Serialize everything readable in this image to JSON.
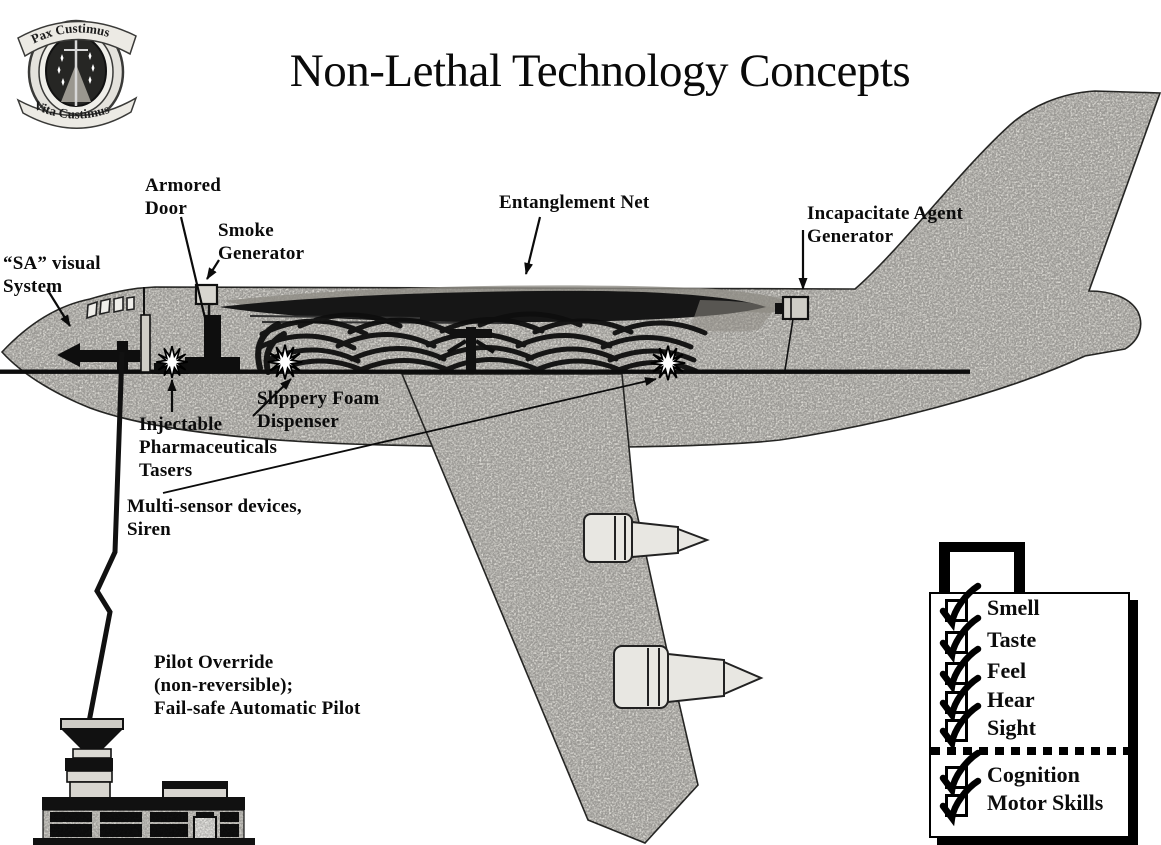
{
  "slide": {
    "title": "Non-Lethal Technology Concepts"
  },
  "logo": {
    "top_banner": "Pax Custimus",
    "bottom_banner": "Vita Custimus"
  },
  "plane_labels": {
    "armored_door": "Armored\nDoor",
    "smoke_generator": "Smoke\nGenerator",
    "entanglement_net": "Entanglement Net",
    "incapacitate_agent": "Incapacitate Agent\nGenerator",
    "sa_visual_system": "“SA” visual\nSystem",
    "slippery_foam": "Slippery Foam\nDispenser",
    "injectable": "Injectable\nPharmaceuticals\nTasers",
    "multi_sensor": "Multi-sensor devices,\nSiren",
    "pilot_override": "Pilot Override\n(non-reversible);\nFail-safe Automatic Pilot"
  },
  "checklist": {
    "senses": [
      "Smell",
      "Taste",
      "Feel",
      "Hear",
      "Sight"
    ],
    "effects": [
      "Cognition",
      "Motor Skills"
    ]
  },
  "colors": {
    "ink": "#111111",
    "body_gray": "#dedcd6",
    "panel_bg": "#ffffff"
  }
}
